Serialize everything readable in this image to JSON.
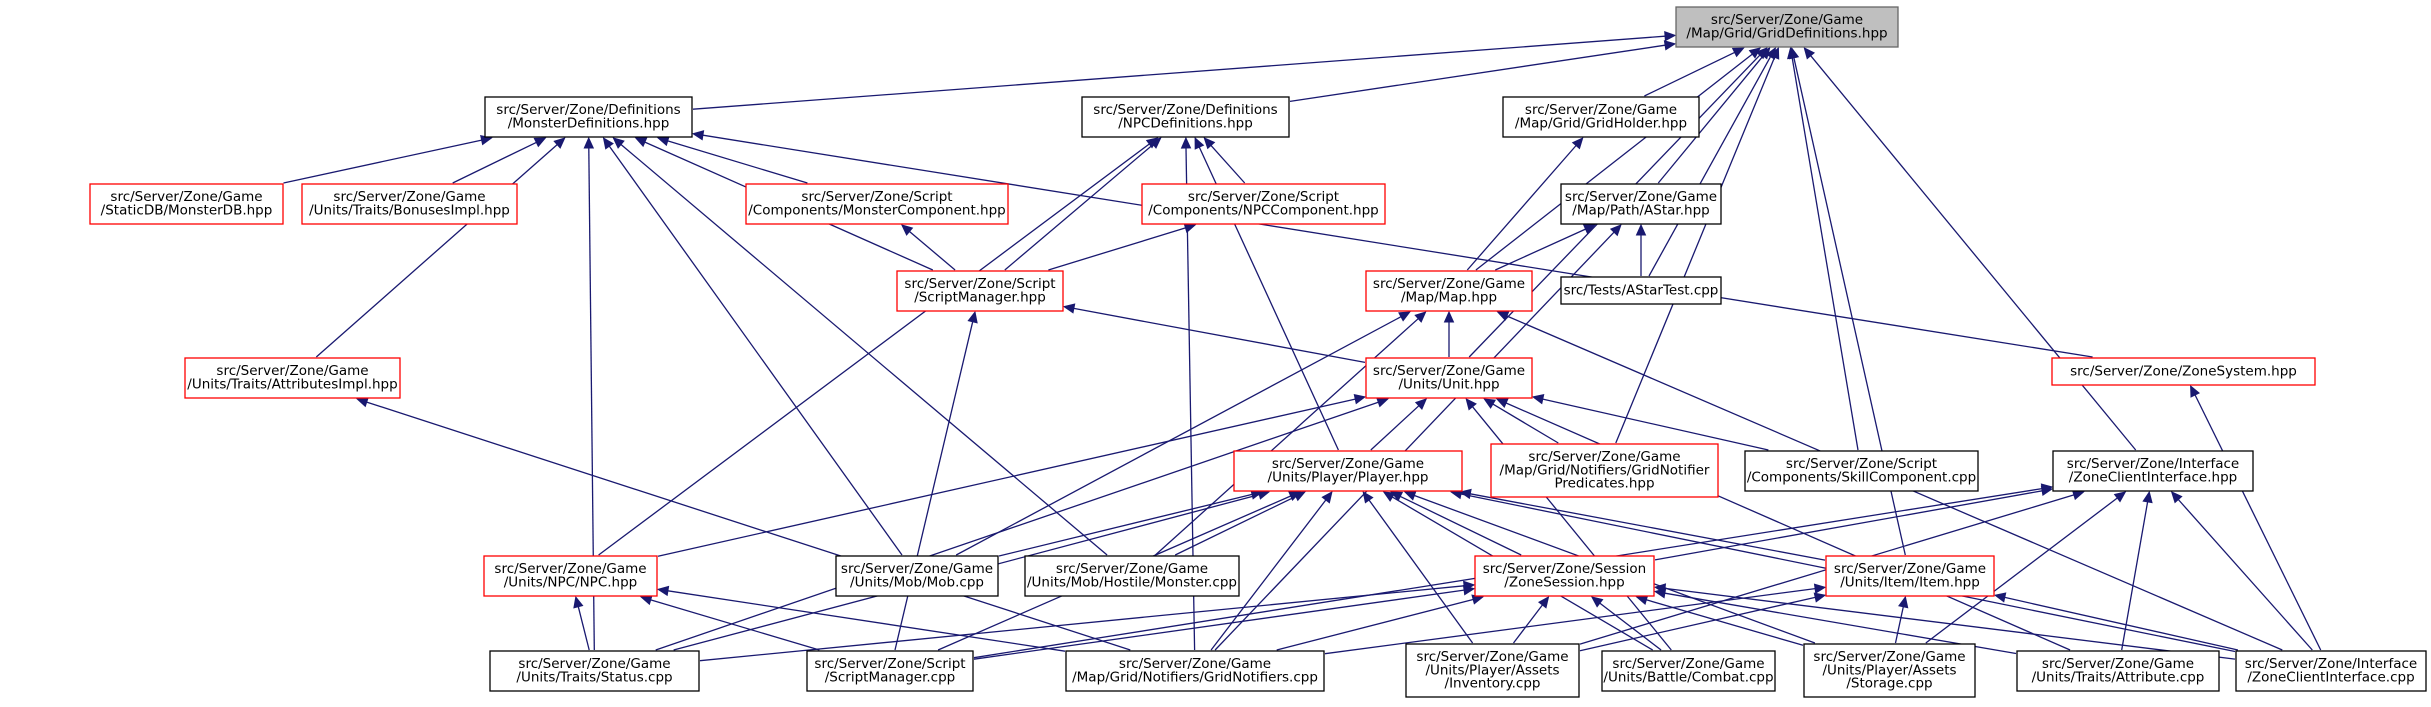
{
  "legend": {
    "border_colors": {
      "complete": "#000000",
      "truncated": "#ff0000",
      "root_fill": "#bfbfbf"
    },
    "edge_color": "#191970"
  },
  "nodes": [
    {
      "id": "griddefs",
      "style": "root",
      "lines": [
        "src/Server/Zone/Game",
        "/Map/Grid/GridDefinitions.hpp"
      ]
    },
    {
      "id": "monsterdefs",
      "style": "normal",
      "lines": [
        "src/Server/Zone/Definitions",
        "/MonsterDefinitions.hpp"
      ]
    },
    {
      "id": "npcdefs",
      "style": "normal",
      "lines": [
        "src/Server/Zone/Definitions",
        "/NPCDefinitions.hpp"
      ]
    },
    {
      "id": "gridholder",
      "style": "normal",
      "lines": [
        "src/Server/Zone/Game",
        "/Map/Grid/GridHolder.hpp"
      ]
    },
    {
      "id": "astar",
      "style": "normal",
      "lines": [
        "src/Server/Zone/Game",
        "/Map/Path/AStar.hpp"
      ]
    },
    {
      "id": "astartest",
      "style": "normal",
      "lines": [
        "src/Tests/AStarTest.cpp"
      ]
    },
    {
      "id": "monsterdb",
      "style": "truncated",
      "lines": [
        "src/Server/Zone/Game",
        "/StaticDB/MonsterDB.hpp"
      ]
    },
    {
      "id": "bonusesimpl",
      "style": "truncated",
      "lines": [
        "src/Server/Zone/Game",
        "/Units/Traits/BonusesImpl.hpp"
      ]
    },
    {
      "id": "monstercomp",
      "style": "truncated",
      "lines": [
        "src/Server/Zone/Script",
        "/Components/MonsterComponent.hpp"
      ]
    },
    {
      "id": "npccomp",
      "style": "truncated",
      "lines": [
        "src/Server/Zone/Script",
        "/Components/NPCComponent.hpp"
      ]
    },
    {
      "id": "scriptmgr",
      "style": "truncated",
      "lines": [
        "src/Server/Zone/Script",
        "/ScriptManager.hpp"
      ]
    },
    {
      "id": "map",
      "style": "truncated",
      "lines": [
        "src/Server/Zone/Game",
        "/Map/Map.hpp"
      ]
    },
    {
      "id": "attributesimpl",
      "style": "truncated",
      "lines": [
        "src/Server/Zone/Game",
        "/Units/Traits/AttributesImpl.hpp"
      ]
    },
    {
      "id": "unit",
      "style": "truncated",
      "lines": [
        "src/Server/Zone/Game",
        "/Units/Unit.hpp"
      ]
    },
    {
      "id": "zonesystem",
      "style": "truncated",
      "lines": [
        "src/Server/Zone/ZoneSystem.hpp"
      ]
    },
    {
      "id": "gridnotifpred",
      "style": "truncated",
      "lines": [
        "src/Server/Zone/Game",
        "/Map/Grid/Notifiers/GridNotifier",
        "Predicates.hpp"
      ]
    },
    {
      "id": "skillcomp",
      "style": "normal",
      "lines": [
        "src/Server/Zone/Script",
        "/Components/SkillComponent.cpp"
      ]
    },
    {
      "id": "player",
      "style": "truncated",
      "lines": [
        "src/Server/Zone/Game",
        "/Units/Player/Player.hpp"
      ]
    },
    {
      "id": "zoneclientif_h",
      "style": "normal",
      "lines": [
        "src/Server/Zone/Interface",
        "/ZoneClientInterface.hpp"
      ]
    },
    {
      "id": "npc",
      "style": "truncated",
      "lines": [
        "src/Server/Zone/Game",
        "/Units/NPC/NPC.hpp"
      ]
    },
    {
      "id": "mob",
      "style": "normal",
      "lines": [
        "src/Server/Zone/Game",
        "/Units/Mob/Mob.cpp"
      ]
    },
    {
      "id": "monster",
      "style": "normal",
      "lines": [
        "src/Server/Zone/Game",
        "/Units/Mob/Hostile/Monster.cpp"
      ]
    },
    {
      "id": "zonesession",
      "style": "truncated",
      "lines": [
        "src/Server/Zone/Session",
        "/ZoneSession.hpp"
      ]
    },
    {
      "id": "item",
      "style": "truncated",
      "lines": [
        "src/Server/Zone/Game",
        "/Units/Item/Item.hpp"
      ]
    },
    {
      "id": "status",
      "style": "normal",
      "lines": [
        "src/Server/Zone/Game",
        "/Units/Traits/Status.cpp"
      ]
    },
    {
      "id": "scriptmgr_cpp",
      "style": "normal",
      "lines": [
        "src/Server/Zone/Script",
        "/ScriptManager.cpp"
      ]
    },
    {
      "id": "gridnotifiers",
      "style": "normal",
      "lines": [
        "src/Server/Zone/Game",
        "/Map/Grid/Notifiers/GridNotifiers.cpp"
      ]
    },
    {
      "id": "inventory",
      "style": "normal",
      "lines": [
        "src/Server/Zone/Game",
        "/Units/Player/Assets",
        "/Inventory.cpp"
      ]
    },
    {
      "id": "combat",
      "style": "normal",
      "lines": [
        "src/Server/Zone/Game",
        "/Units/Battle/Combat.cpp"
      ]
    },
    {
      "id": "storage",
      "style": "normal",
      "lines": [
        "src/Server/Zone/Game",
        "/Units/Player/Assets",
        "/Storage.cpp"
      ]
    },
    {
      "id": "attribute",
      "style": "normal",
      "lines": [
        "src/Server/Zone/Game",
        "/Units/Traits/Attribute.cpp"
      ]
    },
    {
      "id": "zoneclientif_c",
      "style": "normal",
      "lines": [
        "src/Server/Zone/Interface",
        "/ZoneClientInterface.cpp"
      ]
    }
  ],
  "edges": [
    [
      "monsterdefs",
      "griddefs"
    ],
    [
      "npcdefs",
      "griddefs"
    ],
    [
      "gridholder",
      "griddefs"
    ],
    [
      "astar",
      "griddefs"
    ],
    [
      "astartest",
      "griddefs"
    ],
    [
      "map",
      "griddefs"
    ],
    [
      "unit",
      "griddefs"
    ],
    [
      "gridnotifpred",
      "griddefs"
    ],
    [
      "skillcomp",
      "griddefs"
    ],
    [
      "item",
      "griddefs"
    ],
    [
      "zoneclientif_h",
      "griddefs"
    ],
    [
      "monsterdb",
      "monsterdefs"
    ],
    [
      "bonusesimpl",
      "monsterdefs"
    ],
    [
      "monstercomp",
      "monsterdefs"
    ],
    [
      "scriptmgr",
      "monsterdefs"
    ],
    [
      "attributesimpl",
      "monsterdefs"
    ],
    [
      "status",
      "monsterdefs"
    ],
    [
      "mob",
      "monsterdefs"
    ],
    [
      "monster",
      "monsterdefs"
    ],
    [
      "zonesystem",
      "monsterdefs"
    ],
    [
      "npccomp",
      "npcdefs"
    ],
    [
      "scriptmgr",
      "npcdefs"
    ],
    [
      "npc",
      "npcdefs"
    ],
    [
      "player",
      "npcdefs"
    ],
    [
      "gridnotifiers",
      "npcdefs"
    ],
    [
      "map",
      "gridholder"
    ],
    [
      "map",
      "astar"
    ],
    [
      "astartest",
      "astar"
    ],
    [
      "gridnotifiers",
      "astar"
    ],
    [
      "scriptmgr",
      "monstercomp"
    ],
    [
      "scriptmgr",
      "npccomp"
    ],
    [
      "unit",
      "scriptmgr"
    ],
    [
      "scriptmgr_cpp",
      "scriptmgr"
    ],
    [
      "unit",
      "map"
    ],
    [
      "mob",
      "map"
    ],
    [
      "monster",
      "map"
    ],
    [
      "zoneclientif_c",
      "map"
    ],
    [
      "gridnotifiers",
      "attributesimpl"
    ],
    [
      "player",
      "unit"
    ],
    [
      "npc",
      "unit"
    ],
    [
      "gridnotifpred",
      "unit"
    ],
    [
      "skillcomp",
      "unit"
    ],
    [
      "status",
      "unit"
    ],
    [
      "combat",
      "unit"
    ],
    [
      "attribute",
      "unit"
    ],
    [
      "zoneclientif_c",
      "zonesystem"
    ],
    [
      "mob",
      "player"
    ],
    [
      "monster",
      "player"
    ],
    [
      "zonesession",
      "player"
    ],
    [
      "item",
      "player"
    ],
    [
      "status",
      "player"
    ],
    [
      "scriptmgr_cpp",
      "player"
    ],
    [
      "gridnotifiers",
      "player"
    ],
    [
      "inventory",
      "player"
    ],
    [
      "combat",
      "player"
    ],
    [
      "storage",
      "player"
    ],
    [
      "zoneclientif_c",
      "player"
    ],
    [
      "zonesession",
      "zoneclientif_h"
    ],
    [
      "scriptmgr_cpp",
      "zoneclientif_h"
    ],
    [
      "inventory",
      "zoneclientif_h"
    ],
    [
      "storage",
      "zoneclientif_h"
    ],
    [
      "attribute",
      "zoneclientif_h"
    ],
    [
      "zoneclientif_c",
      "zoneclientif_h"
    ],
    [
      "status",
      "npc"
    ],
    [
      "scriptmgr_cpp",
      "npc"
    ],
    [
      "gridnotifiers",
      "npc"
    ],
    [
      "status",
      "zonesession"
    ],
    [
      "scriptmgr_cpp",
      "zonesession"
    ],
    [
      "gridnotifiers",
      "zonesession"
    ],
    [
      "inventory",
      "zonesession"
    ],
    [
      "combat",
      "zonesession"
    ],
    [
      "storage",
      "zonesession"
    ],
    [
      "attribute",
      "zonesession"
    ],
    [
      "zoneclientif_c",
      "zonesession"
    ],
    [
      "inventory",
      "item"
    ],
    [
      "storage",
      "item"
    ],
    [
      "gridnotifiers",
      "item"
    ],
    [
      "zoneclientif_c",
      "item"
    ]
  ]
}
